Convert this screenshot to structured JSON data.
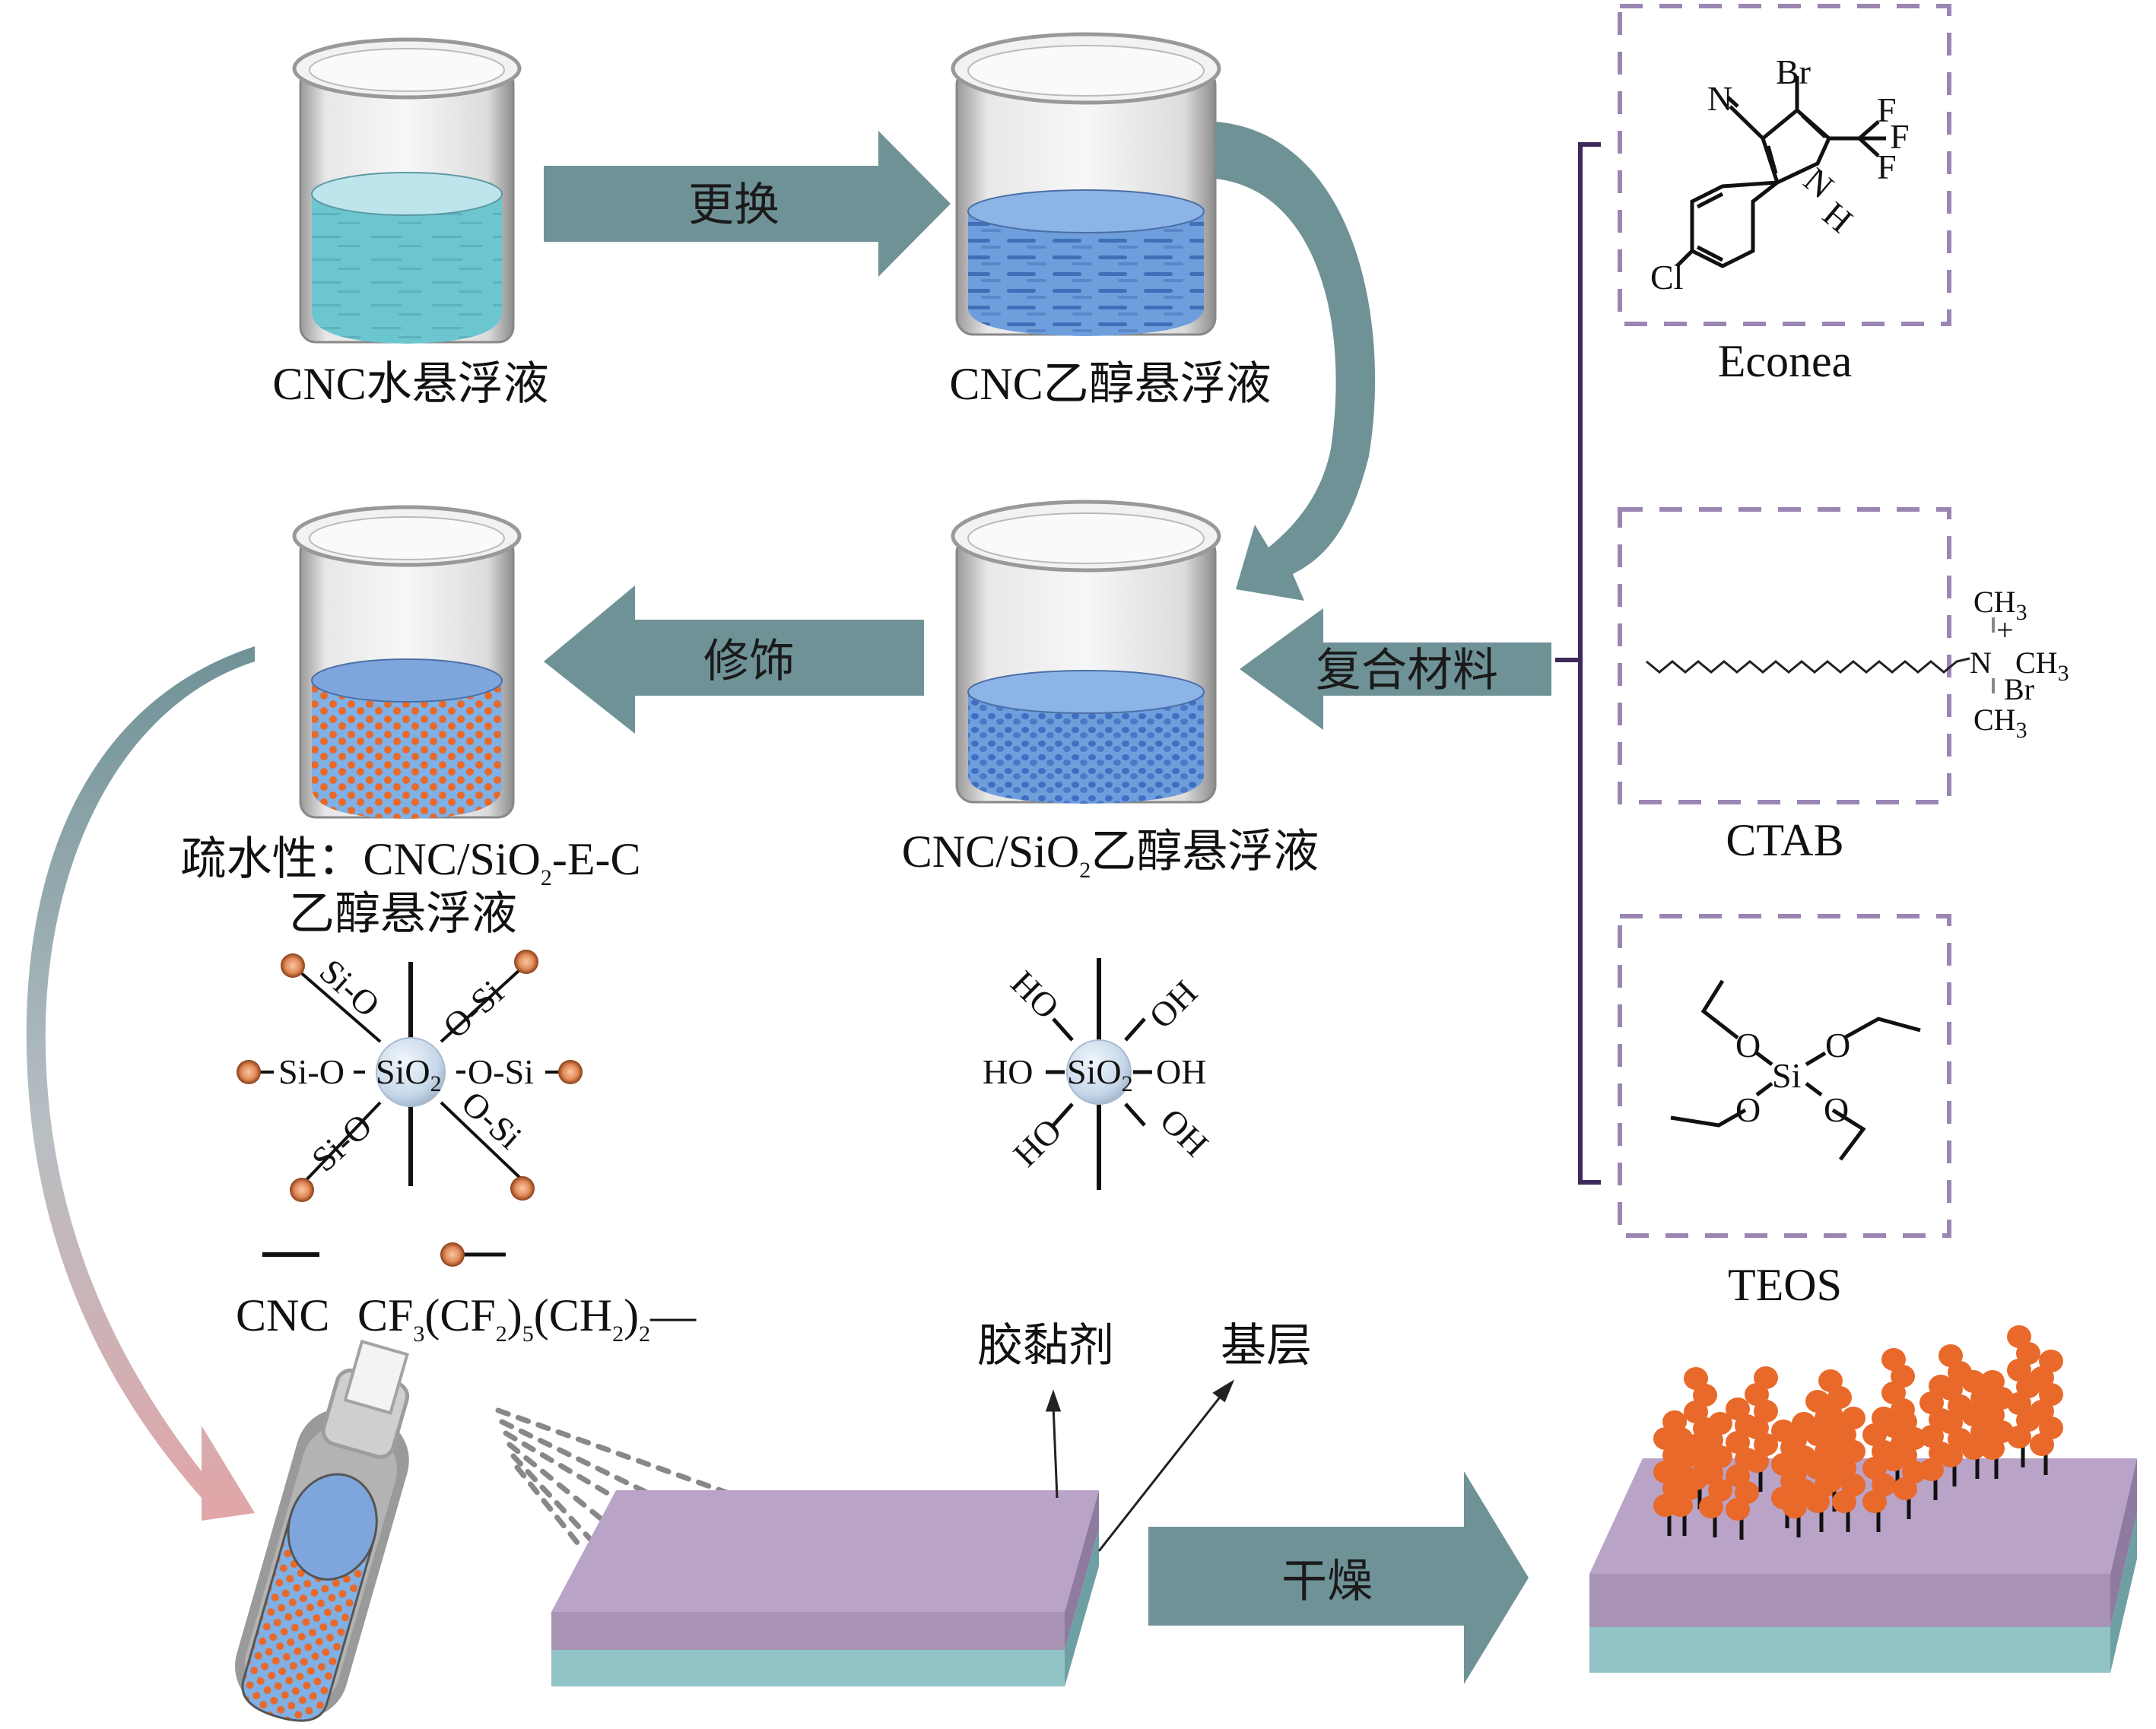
{
  "colors": {
    "arrow_teal": "#6f9297",
    "arrow_fade_pink": "#e2a5a8",
    "bracket_purple": "#3d2a5a",
    "dashed_box_purple": "#9a85b3",
    "liquid_water": "#6cc6cf",
    "liquid_ethanol": "#6f9edc",
    "particle_orange": "#e8692a",
    "adhesive_layer": "#b9a3c7",
    "substrate_layer": "#92c3c6",
    "sio2_sphere": "#cfe0ef",
    "cf_bead": "#e59968"
  },
  "beakers": [
    {
      "id": "cnc-water",
      "label": "CNC水悬浮液",
      "liquid": "water"
    },
    {
      "id": "cnc-ethanol",
      "label": "CNC乙醇悬浮液",
      "liquid": "ethanol-rods"
    },
    {
      "id": "cnc-sio2-ethanol",
      "label_main": "CNC/SiO",
      "label_sub": "2",
      "label_tail": "乙醇悬浮液",
      "liquid": "ethanol-dots"
    },
    {
      "id": "hydrophobic",
      "label_line1_prefix": "疏水性：CNC/SiO",
      "label_line1_sub": "2",
      "label_line1_tail": "-E-C",
      "label_line2": "乙醇悬浮液",
      "liquid": "ethanol-orange"
    }
  ],
  "arrows": {
    "replace": "更换",
    "modify": "修饰",
    "composite": "复合材料",
    "dry": "干燥"
  },
  "reagents": [
    {
      "name": "Econea",
      "atoms": [
        "N",
        "Br",
        "F",
        "F",
        "F",
        "N",
        "H",
        "Cl"
      ]
    },
    {
      "name": "CTAB",
      "atoms": [
        "CH",
        "3",
        "+",
        "N",
        "CH",
        "3",
        "Br",
        "CH",
        "3"
      ]
    },
    {
      "name": "TEOS",
      "atoms": [
        "O",
        "O",
        "Si",
        "O",
        "O"
      ]
    }
  ],
  "sio2_hydroxyl": {
    "center": "SiO",
    "center_sub": "2",
    "groups": [
      "HO",
      "OH",
      "HO",
      "OH",
      "HO",
      "OH"
    ]
  },
  "sio2_modified": {
    "center": "SiO",
    "center_sub": "2",
    "arm_si": "Si",
    "arm_o": "O"
  },
  "legend": {
    "cnc_label": "CNC",
    "chain_prefix": "CF",
    "chain_sub1": "3",
    "chain_mid1": "(CF",
    "chain_sub2": "2",
    "chain_mid2": ")",
    "chain_sub3": "5",
    "chain_mid3": "(CH",
    "chain_sub4": "2",
    "chain_mid4": ")",
    "chain_sub5": "2",
    "chain_tail": "—"
  },
  "substrate_labels": {
    "adhesive": "胶黏剂",
    "substrate": "基层"
  }
}
